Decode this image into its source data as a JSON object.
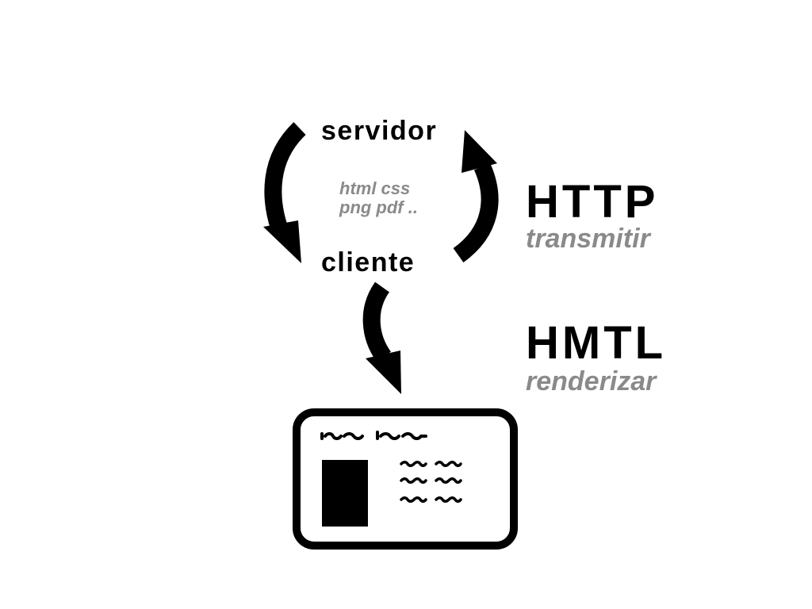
{
  "nodes": {
    "server": "servidor",
    "client": "cliente"
  },
  "file_types": {
    "line1": "html css",
    "line2": "png pdf .."
  },
  "protocol": {
    "title": "HTTP",
    "subtitle": "transmitir"
  },
  "markup": {
    "title": "HMTL",
    "subtitle": "renderizar"
  },
  "colors": {
    "arrow": "#000000",
    "muted_text": "#8a8a8a",
    "background": "#ffffff"
  }
}
